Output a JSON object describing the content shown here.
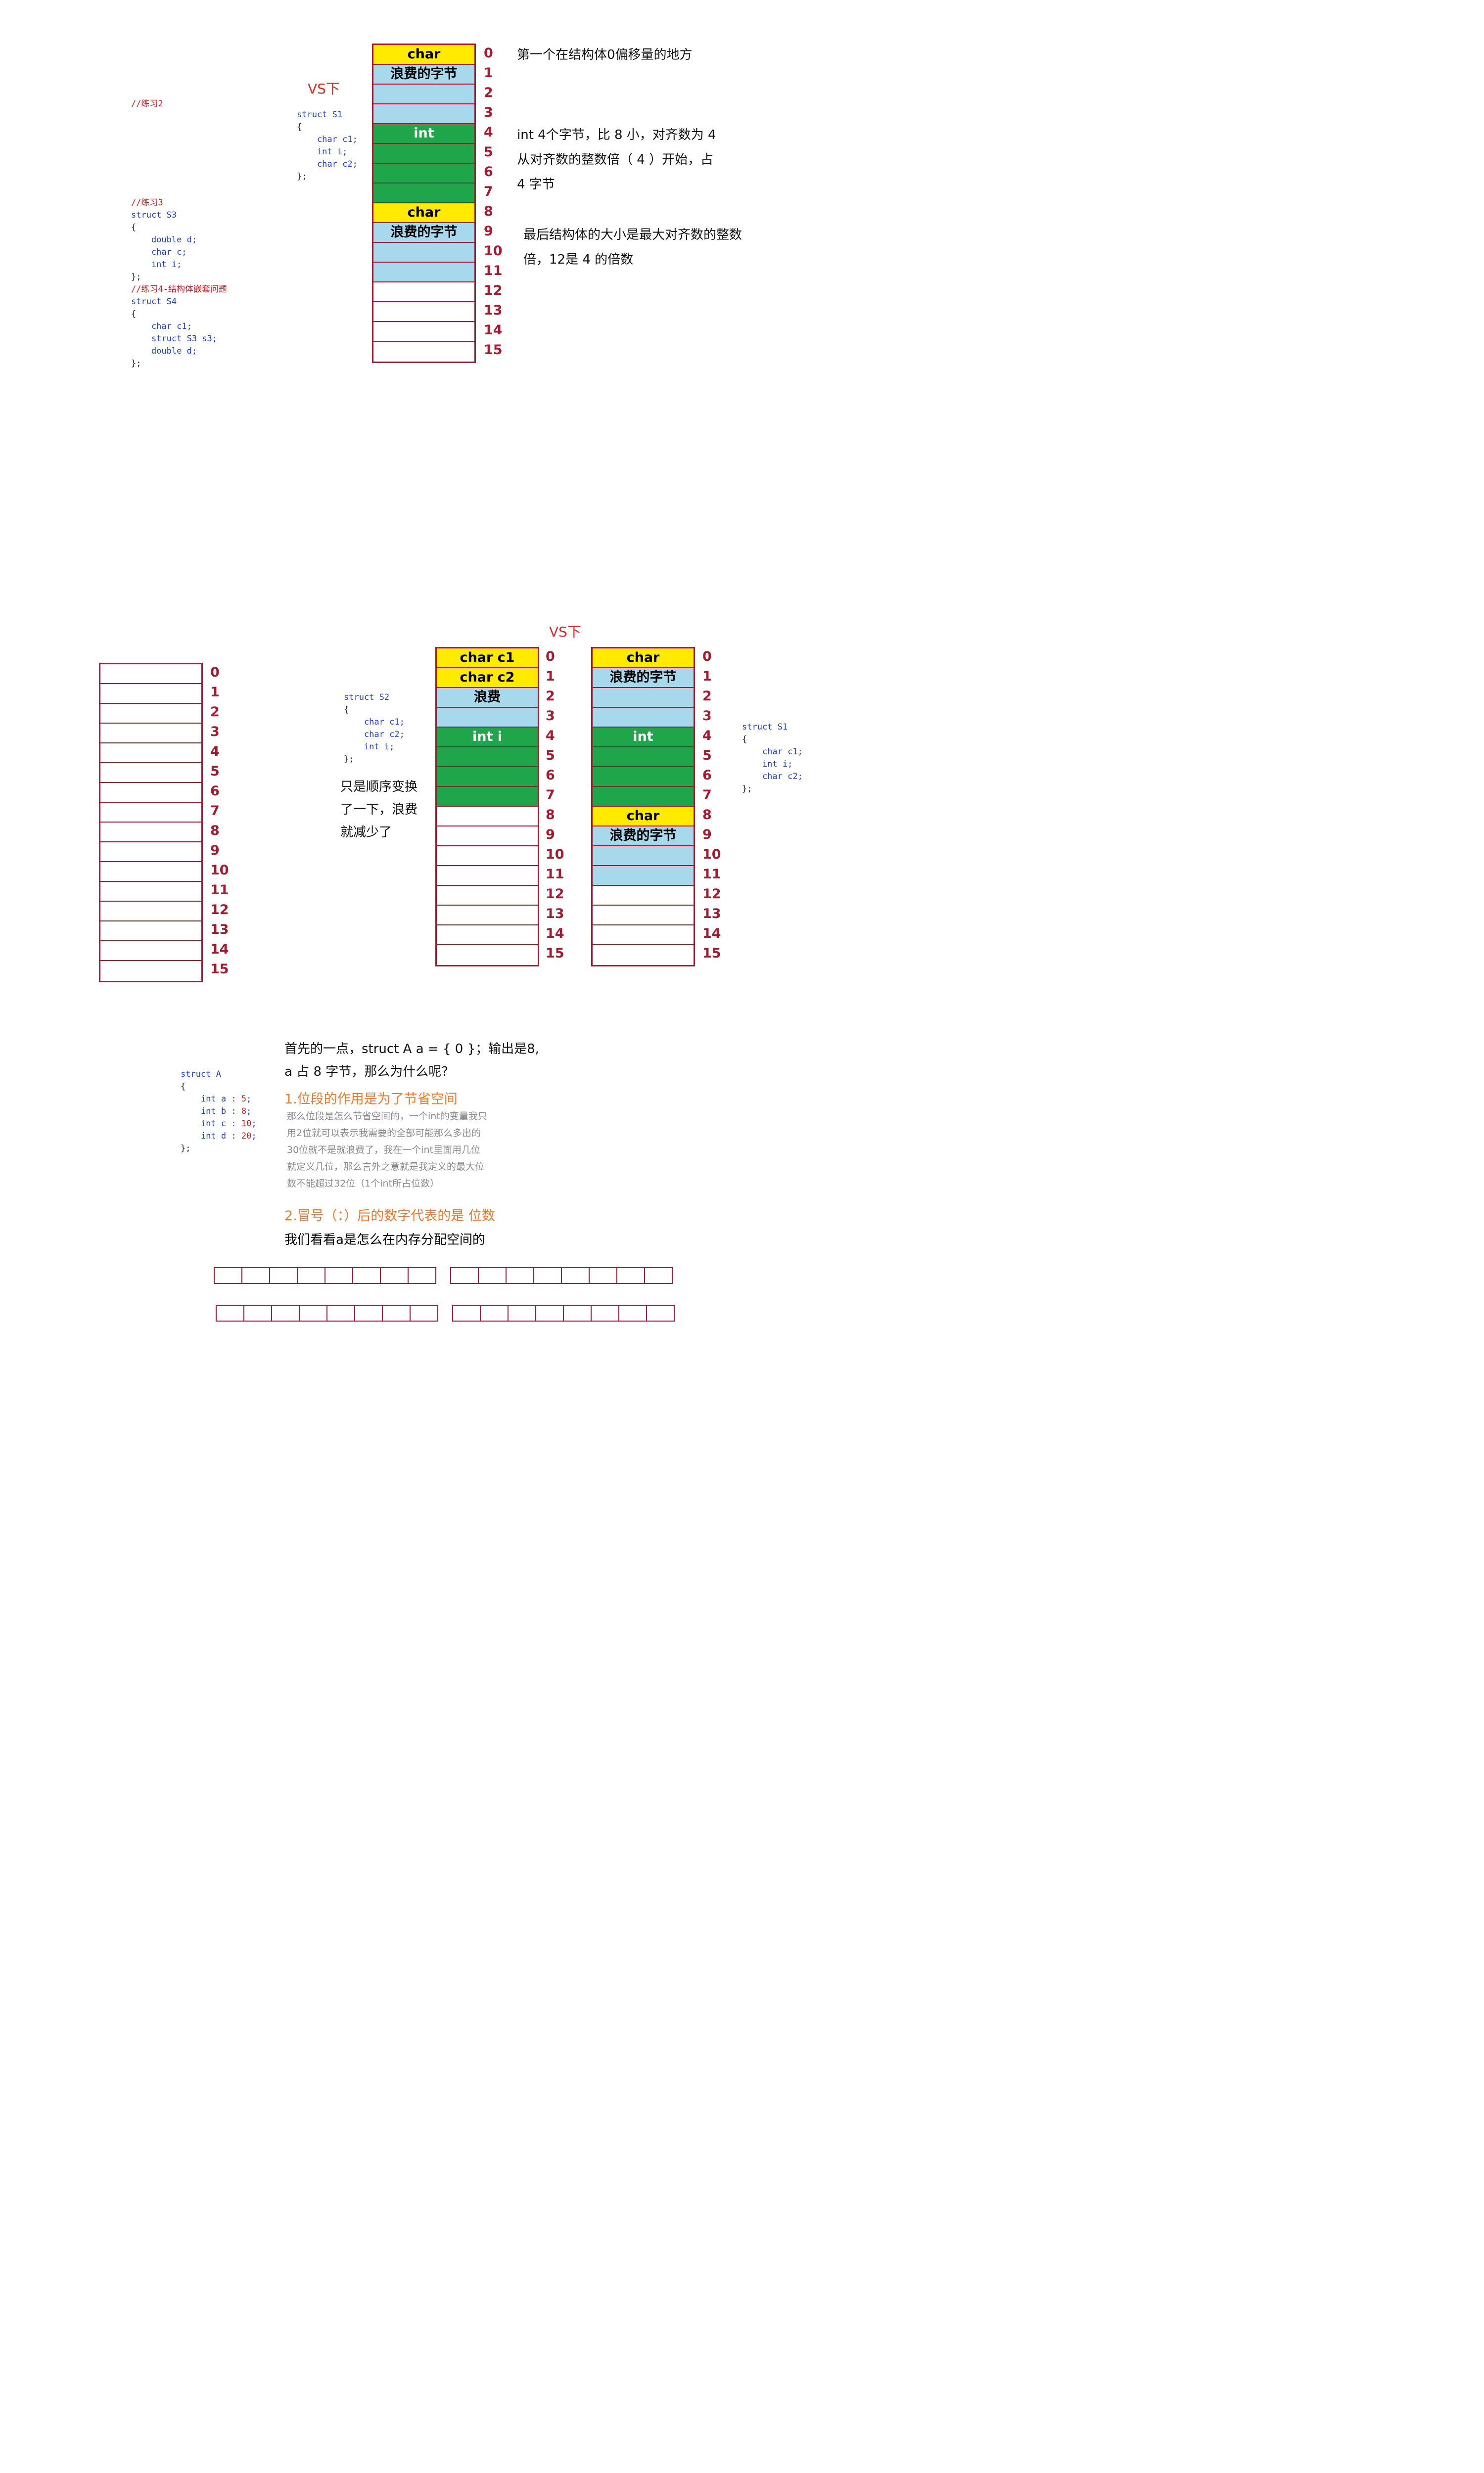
{
  "diagram1": {
    "vs_label": "VS下",
    "code_s1": {
      "lines": [
        "struct S1",
        "{",
        "    char c1;",
        "    int i;",
        "    char c2;",
        "};"
      ]
    },
    "code_exercises": {
      "lines": [
        "//练习2",
        "",
        "",
        "",
        "",
        "",
        "",
        "",
        "//练习3",
        "struct S3",
        "{",
        "    double d;",
        "    char c;",
        "    int i;",
        "};",
        "//练习4-结构体嵌套问题",
        "struct S4",
        "{",
        "    char c1;",
        "    struct S3 s3;",
        "    double d;",
        "};"
      ]
    },
    "memory_cells": [
      {
        "label": "char",
        "type": "char"
      },
      {
        "label": "浪费的字节",
        "type": "waste"
      },
      {
        "label": "",
        "type": "waste"
      },
      {
        "label": "",
        "type": "waste"
      },
      {
        "label": "int",
        "type": "int"
      },
      {
        "label": "",
        "type": "int"
      },
      {
        "label": "",
        "type": "int"
      },
      {
        "label": "",
        "type": "int"
      },
      {
        "label": "char",
        "type": "char"
      },
      {
        "label": "浪费的字节",
        "type": "waste"
      },
      {
        "label": "",
        "type": "waste"
      },
      {
        "label": "",
        "type": "waste"
      },
      {
        "label": "",
        "type": "empty"
      },
      {
        "label": "",
        "type": "empty"
      },
      {
        "label": "",
        "type": "empty"
      },
      {
        "label": "",
        "type": "empty"
      }
    ],
    "indices": [
      "0",
      "1",
      "2",
      "3",
      "4",
      "5",
      "6",
      "7",
      "8",
      "9",
      "10",
      "11",
      "12",
      "13",
      "14",
      "15"
    ],
    "note_offset0": "第一个在结构体0偏移量的地方",
    "note_int": [
      "int 4个字节，比 8 小，对齐数为 4",
      "从对齐数的整数倍（ 4 ）开始，占",
      "4 字节"
    ],
    "note_total": [
      "最后结构体的大小是最大对齐数的整数",
      "倍，12是 4 的倍数"
    ]
  },
  "diagram2": {
    "vs_label": "VS下",
    "empty_indices": [
      "0",
      "1",
      "2",
      "3",
      "4",
      "5",
      "6",
      "7",
      "8",
      "9",
      "10",
      "11",
      "12",
      "13",
      "14",
      "15"
    ],
    "code_s2": {
      "lines": [
        "struct S2",
        "{",
        "    char c1;",
        "    char c2;",
        "    int i;",
        "};"
      ]
    },
    "note_swap": [
      "只是顺序变换",
      "了一下，浪费",
      "就减少了"
    ],
    "memory_s2": [
      {
        "label": "char c1",
        "type": "char"
      },
      {
        "label": "char c2",
        "type": "char"
      },
      {
        "label": "浪费",
        "type": "waste"
      },
      {
        "label": "",
        "type": "waste"
      },
      {
        "label": "int i",
        "type": "int"
      },
      {
        "label": "",
        "type": "int"
      },
      {
        "label": "",
        "type": "int"
      },
      {
        "label": "",
        "type": "int"
      },
      {
        "label": "",
        "type": "empty"
      },
      {
        "label": "",
        "type": "empty"
      },
      {
        "label": "",
        "type": "empty"
      },
      {
        "label": "",
        "type": "empty"
      },
      {
        "label": "",
        "type": "empty"
      },
      {
        "label": "",
        "type": "empty"
      },
      {
        "label": "",
        "type": "empty"
      },
      {
        "label": "",
        "type": "empty"
      }
    ],
    "memory_s1": [
      {
        "label": "char",
        "type": "char"
      },
      {
        "label": "浪费的字节",
        "type": "waste"
      },
      {
        "label": "",
        "type": "waste"
      },
      {
        "label": "",
        "type": "waste"
      },
      {
        "label": "int",
        "type": "int"
      },
      {
        "label": "",
        "type": "int"
      },
      {
        "label": "",
        "type": "int"
      },
      {
        "label": "",
        "type": "int"
      },
      {
        "label": "char",
        "type": "char"
      },
      {
        "label": "浪费的字节",
        "type": "waste"
      },
      {
        "label": "",
        "type": "waste"
      },
      {
        "label": "",
        "type": "waste"
      },
      {
        "label": "",
        "type": "empty"
      },
      {
        "label": "",
        "type": "empty"
      },
      {
        "label": "",
        "type": "empty"
      },
      {
        "label": "",
        "type": "empty"
      }
    ],
    "indices": [
      "0",
      "1",
      "2",
      "3",
      "4",
      "5",
      "6",
      "7",
      "8",
      "9",
      "10",
      "11",
      "12",
      "13",
      "14",
      "15"
    ],
    "code_s1": {
      "lines": [
        "struct S1",
        "{",
        "    char c1;",
        "    int i;",
        "    char c2;",
        "};"
      ]
    }
  },
  "section3": {
    "code_a": {
      "lines": [
        "struct A",
        "{",
        "    int a : 5;",
        "    int b : 8;",
        "    int c : 10;",
        "    int d : 20;",
        "};"
      ]
    },
    "intro": [
      "首先的一点，struct A a = { 0 }；输出是8,",
      "a 占 8 字节，那么为什么呢?"
    ],
    "point1_title": "1.位段的作用是为了节省空间",
    "point1_body": [
      "那么位段是怎么节省空间的，一个int的变量我只",
      "用2位就可以表示我需要的全部可能那么多出的",
      "30位就不是就浪费了，我在一个int里面用几位",
      "就定义几位，那么言外之意就是我定义的最大位",
      "数不能超过32位（1个int所占位数）"
    ],
    "point2_title": "2.冒号（：）后的数字代表的是 位数",
    "closing": "我们看看a是怎么在内存分配空间的"
  },
  "colors": {
    "char": "#ffea00",
    "waste": "#a7d8ec",
    "int": "#1fa64a",
    "border": "#a6192e",
    "accent_red": "#d62b2b",
    "accent_orange": "#f0782b"
  }
}
